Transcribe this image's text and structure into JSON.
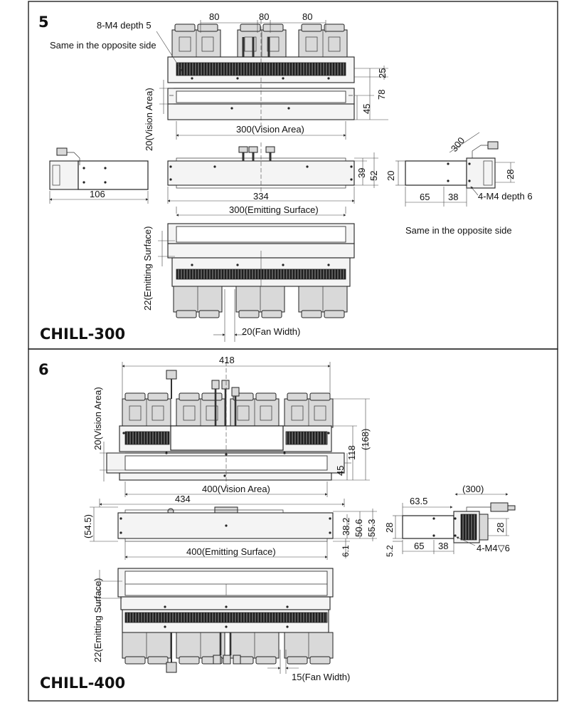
{
  "panel5": {
    "number": "5",
    "model": "CHILL-300",
    "top_view": {
      "pitch_a": "80",
      "pitch_b": "80",
      "pitch_c": "80",
      "tap_note": "8-M4 depth 5",
      "opposite_note": "Same in the opposite side",
      "dim_25": "25",
      "dim_78": "78",
      "dim_45": "45",
      "vision_h": "20(Vision Area)",
      "vision_w": "300(Vision Area)"
    },
    "side_left": {
      "width": "106"
    },
    "front_view": {
      "dim_39": "39",
      "dim_52": "52",
      "width": "334",
      "emit_w": "300(Emitting Surface)"
    },
    "side_right": {
      "dim_300": "300",
      "dim_20": "20",
      "dim_28": "28",
      "dim_65": "65",
      "dim_38": "38",
      "tap_note": "4-M4 depth 6",
      "opposite_note": "Same in the opposite side"
    },
    "bottom_view": {
      "emit_h": "22(Emitting Surface)",
      "fan_w": "20(Fan Width)"
    }
  },
  "panel6": {
    "number": "6",
    "model": "CHILL-400",
    "top_view": {
      "width": "418",
      "vision_h": "20(Vision Area)",
      "dim_168": "(168)",
      "dim_118": "118",
      "dim_45": "45",
      "vision_w": "400(Vision Area)",
      "dim_434": "434"
    },
    "front_view": {
      "dim_545": "(54.5)",
      "dim_382": "38.2",
      "dim_506": "50.6",
      "dim_553": "55.3",
      "dim_61": "6.1",
      "emit_w": "400(Emitting Surface)"
    },
    "side_right": {
      "dim_300": "(300)",
      "dim_635": "63.5",
      "dim_28a": "28",
      "dim_28b": "28",
      "dim_52": "5.2",
      "dim_65": "65",
      "dim_38": "38",
      "tap_note": "4-M4▽6"
    },
    "bottom_view": {
      "emit_h": "22(Emitting Surface)",
      "fan_w": "15(Fan Width)"
    }
  },
  "colors": {
    "line": "#222222",
    "fan": "#d9d9d9",
    "grille": "#3a3a3a"
  }
}
